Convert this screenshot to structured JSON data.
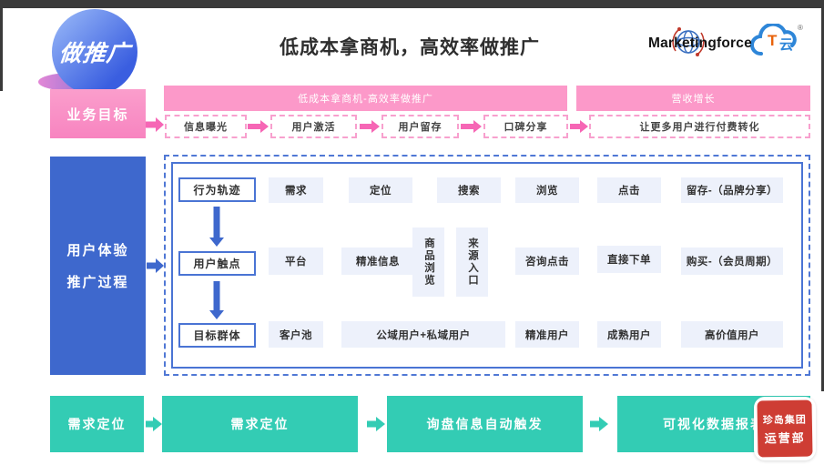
{
  "colors": {
    "pink_banner": "#fc99c9",
    "pink_accent": "#f666b5",
    "blue": "#3e68cd",
    "teal": "#33ccb4",
    "item_bg": "#edf1fb",
    "stamp_red": "#ce3d34"
  },
  "header": {
    "badge": "做推广",
    "title": "低成本拿商机，高效率做推广",
    "brand": {
      "marketingforce": "Marketingforce",
      "tcloud_t": "T",
      "tcloud_yun": "云",
      "registered": "®"
    }
  },
  "goal_row": {
    "label": "业务目标",
    "banner_left": "低成本拿商机-高效率做推广",
    "banner_right": "营收增长",
    "stages": [
      "信息曝光",
      "用户激活",
      "用户留存",
      "口碑分享",
      "让更多用户进行付费转化"
    ]
  },
  "process": {
    "side_label_line1": "用户体验",
    "side_label_line2": "推广过程",
    "rows": [
      {
        "label": "行为轨迹",
        "items": [
          "需求",
          "定位",
          "搜索",
          "浏览",
          "点击",
          "留存-（品牌分享）"
        ]
      },
      {
        "label": "用户触点",
        "items": [
          "平台",
          "精准信息",
          "商品浏览",
          "来源入口",
          "咨询点击",
          "直接下单",
          "购买-（会员周期）"
        ]
      },
      {
        "label": "目标群体",
        "items": [
          "客户池",
          "公域用户+私域用户",
          "精准用户",
          "成熟用户",
          "高价值用户"
        ]
      }
    ]
  },
  "bottom_flow": {
    "steps": [
      "需求定位",
      "需求定位",
      "询盘信息自动触发",
      "可视化数据报表"
    ]
  },
  "stamp": {
    "line1": "珍岛集团",
    "line2": "运营部"
  }
}
